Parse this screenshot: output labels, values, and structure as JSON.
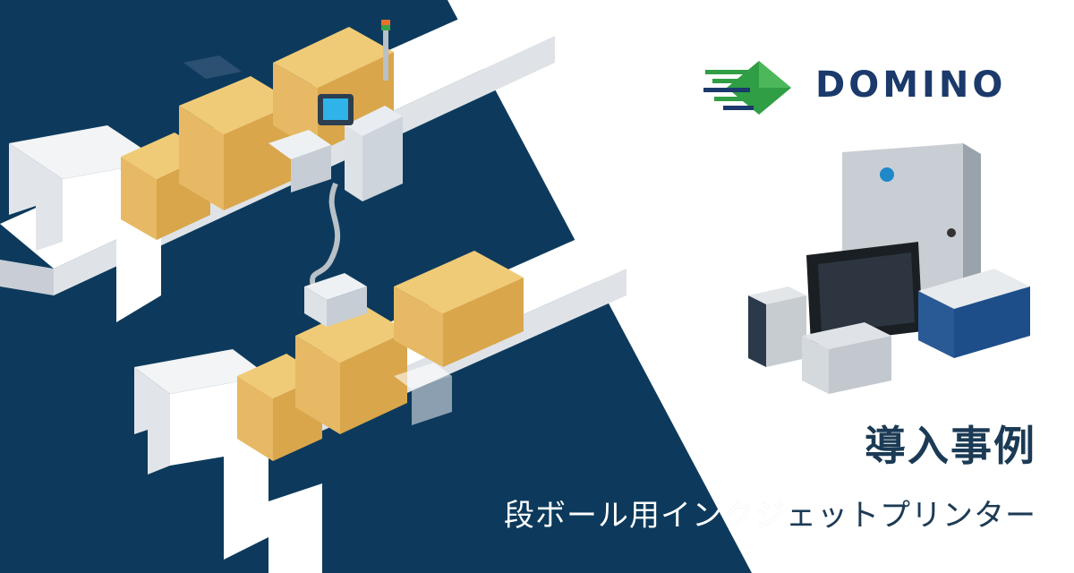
{
  "brand": {
    "name": "DOMINO"
  },
  "heading": {
    "title": "導入事例",
    "subtitle_on_dark": "段ボール用インクジ",
    "subtitle_on_light": "ェットプリンター"
  },
  "colors": {
    "navy": "#0d3a5c",
    "brand_green": "#2f9e44",
    "brand_blue": "#1b3a6b",
    "box": "#e3b65a",
    "white": "#ffffff"
  },
  "icons": [
    "conveyor-illustration",
    "domino-logo-icon",
    "printer-products-image"
  ]
}
